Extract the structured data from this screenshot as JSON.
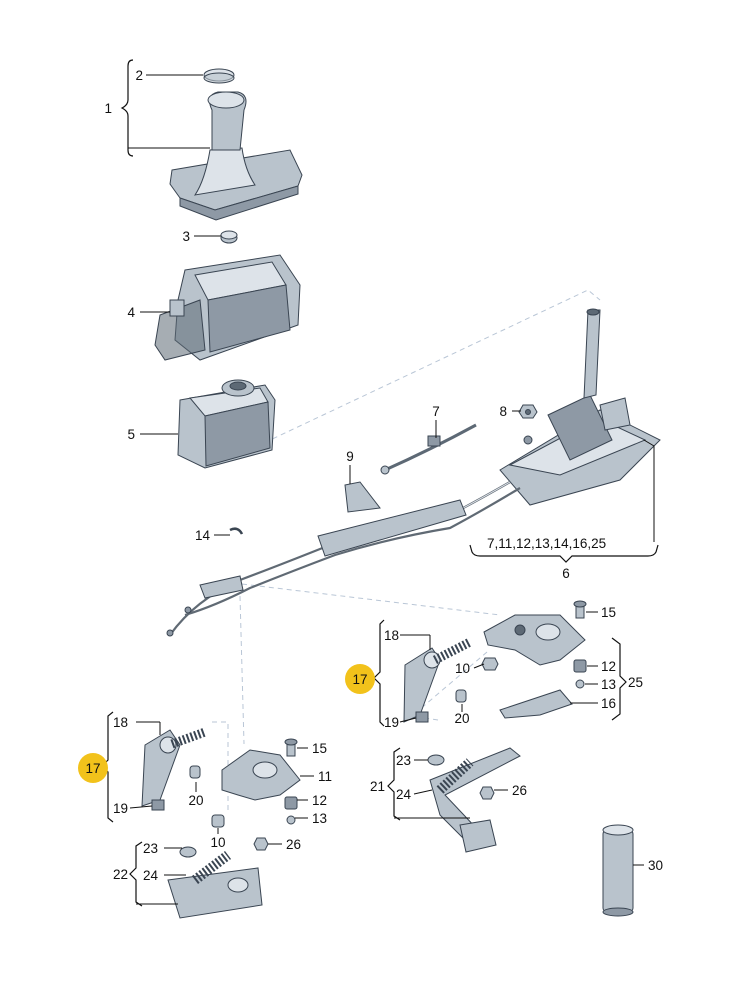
{
  "callouts": {
    "c1": "1",
    "c2": "2",
    "c3": "3",
    "c4": "4",
    "c5": "5",
    "c6": "6",
    "c6_list": "7,11,12,13,14,16,25",
    "c7": "7",
    "c8": "8",
    "c9": "9",
    "c14": "14",
    "r_c18": "18",
    "r_c17": "17",
    "r_c10": "10",
    "r_c19": "19",
    "r_c20": "20",
    "r_c15": "15",
    "r_c25": "25",
    "r_c12": "12",
    "r_c13": "13",
    "r_c16": "16",
    "r_c21": "21",
    "r_c23": "23",
    "r_c24": "24",
    "r_c26": "26",
    "l_c18": "18",
    "l_c17": "17",
    "l_c19": "19",
    "l_c20": "20",
    "l_c10": "10",
    "l_c15": "15",
    "l_c11": "11",
    "l_c12": "12",
    "l_c13": "13",
    "l_c22": "22",
    "l_c23": "23",
    "l_c24": "24",
    "l_c26": "26",
    "c30": "30"
  },
  "colors": {
    "highlight_badge": "#f2c21b",
    "part_fill": "#b9c3cc",
    "part_dark": "#5d6975",
    "leader_line": "#111111",
    "dashed_link": "#b9c6d6"
  }
}
